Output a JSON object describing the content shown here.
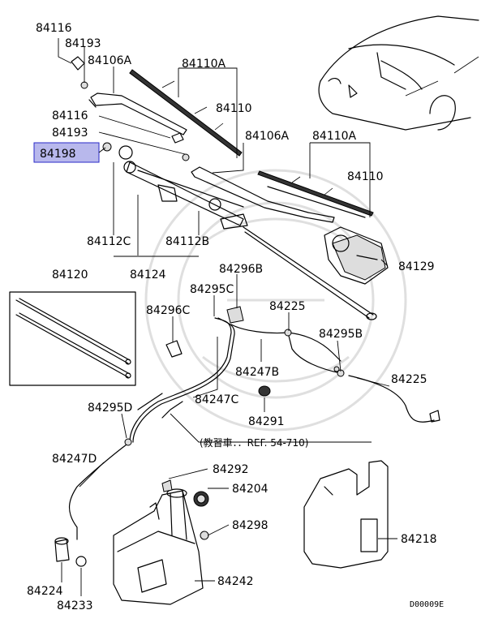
{
  "labels": {
    "l84116a": "84116",
    "l84193a": "84193",
    "l84106Aa": "84106A",
    "l84110Aa": "84110A",
    "l84110a": "84110",
    "l84116b": "84116",
    "l84193b": "84193",
    "l84198": "84198",
    "l84106Ab": "84106A",
    "l84110Ab": "84110A",
    "l84110b": "84110",
    "l84112C": "84112C",
    "l84112B": "84112B",
    "l84124": "84124",
    "l84129": "84129",
    "l84120": "84120",
    "l84296B": "84296B",
    "l84295C": "84295C",
    "l84296C": "84296C",
    "l84225a": "84225",
    "l84295B": "84295B",
    "l84247B": "84247B",
    "l84225b": "84225",
    "l84247C": "84247C",
    "l84295D": "84295D",
    "l84291": "84291",
    "l84247D": "84247D",
    "l84292": "84292",
    "l84204": "84204",
    "l84298": "84298",
    "l84218": "84218",
    "l84242": "84242",
    "l84224": "84224",
    "l84233": "84233"
  },
  "reference_note": "(教習車．．REF. 54-710)",
  "drawing_code": "D00009E",
  "highlight_color": "#b8b8ec"
}
